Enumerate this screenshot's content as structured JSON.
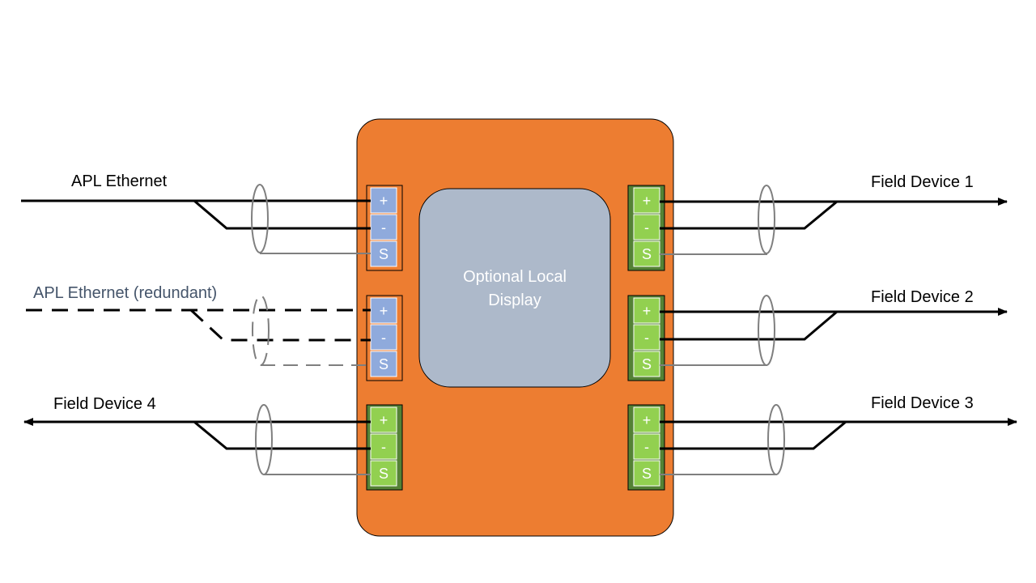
{
  "colors": {
    "housing": "#ed7d31",
    "display": "#adb9ca",
    "terminal_blue": "#8faadc",
    "terminal_green": "#92d050",
    "block_blue_frame": "#ed7d31",
    "block_green_frame": "#548235",
    "wire": "#000000",
    "shield": "#7f7f7f",
    "label_muted": "#44546a"
  },
  "display": {
    "line1": "Optional Local",
    "line2": "Display"
  },
  "ports": {
    "apl": {
      "label": "APL Ethernet",
      "terminals": [
        "+",
        "-",
        "S"
      ]
    },
    "apl_redundant": {
      "label": "APL Ethernet (redundant)",
      "terminals": [
        "+",
        "-",
        "S"
      ]
    },
    "field_device_4": {
      "label": "Field Device 4",
      "terminals": [
        "+",
        "-",
        "S"
      ]
    },
    "field_device_1": {
      "label": "Field Device 1",
      "terminals": [
        "+",
        "-",
        "S"
      ]
    },
    "field_device_2": {
      "label": "Field Device 2",
      "terminals": [
        "+",
        "-",
        "S"
      ]
    },
    "field_device_3": {
      "label": "Field Device 3",
      "terminals": [
        "+",
        "-",
        "S"
      ]
    }
  }
}
